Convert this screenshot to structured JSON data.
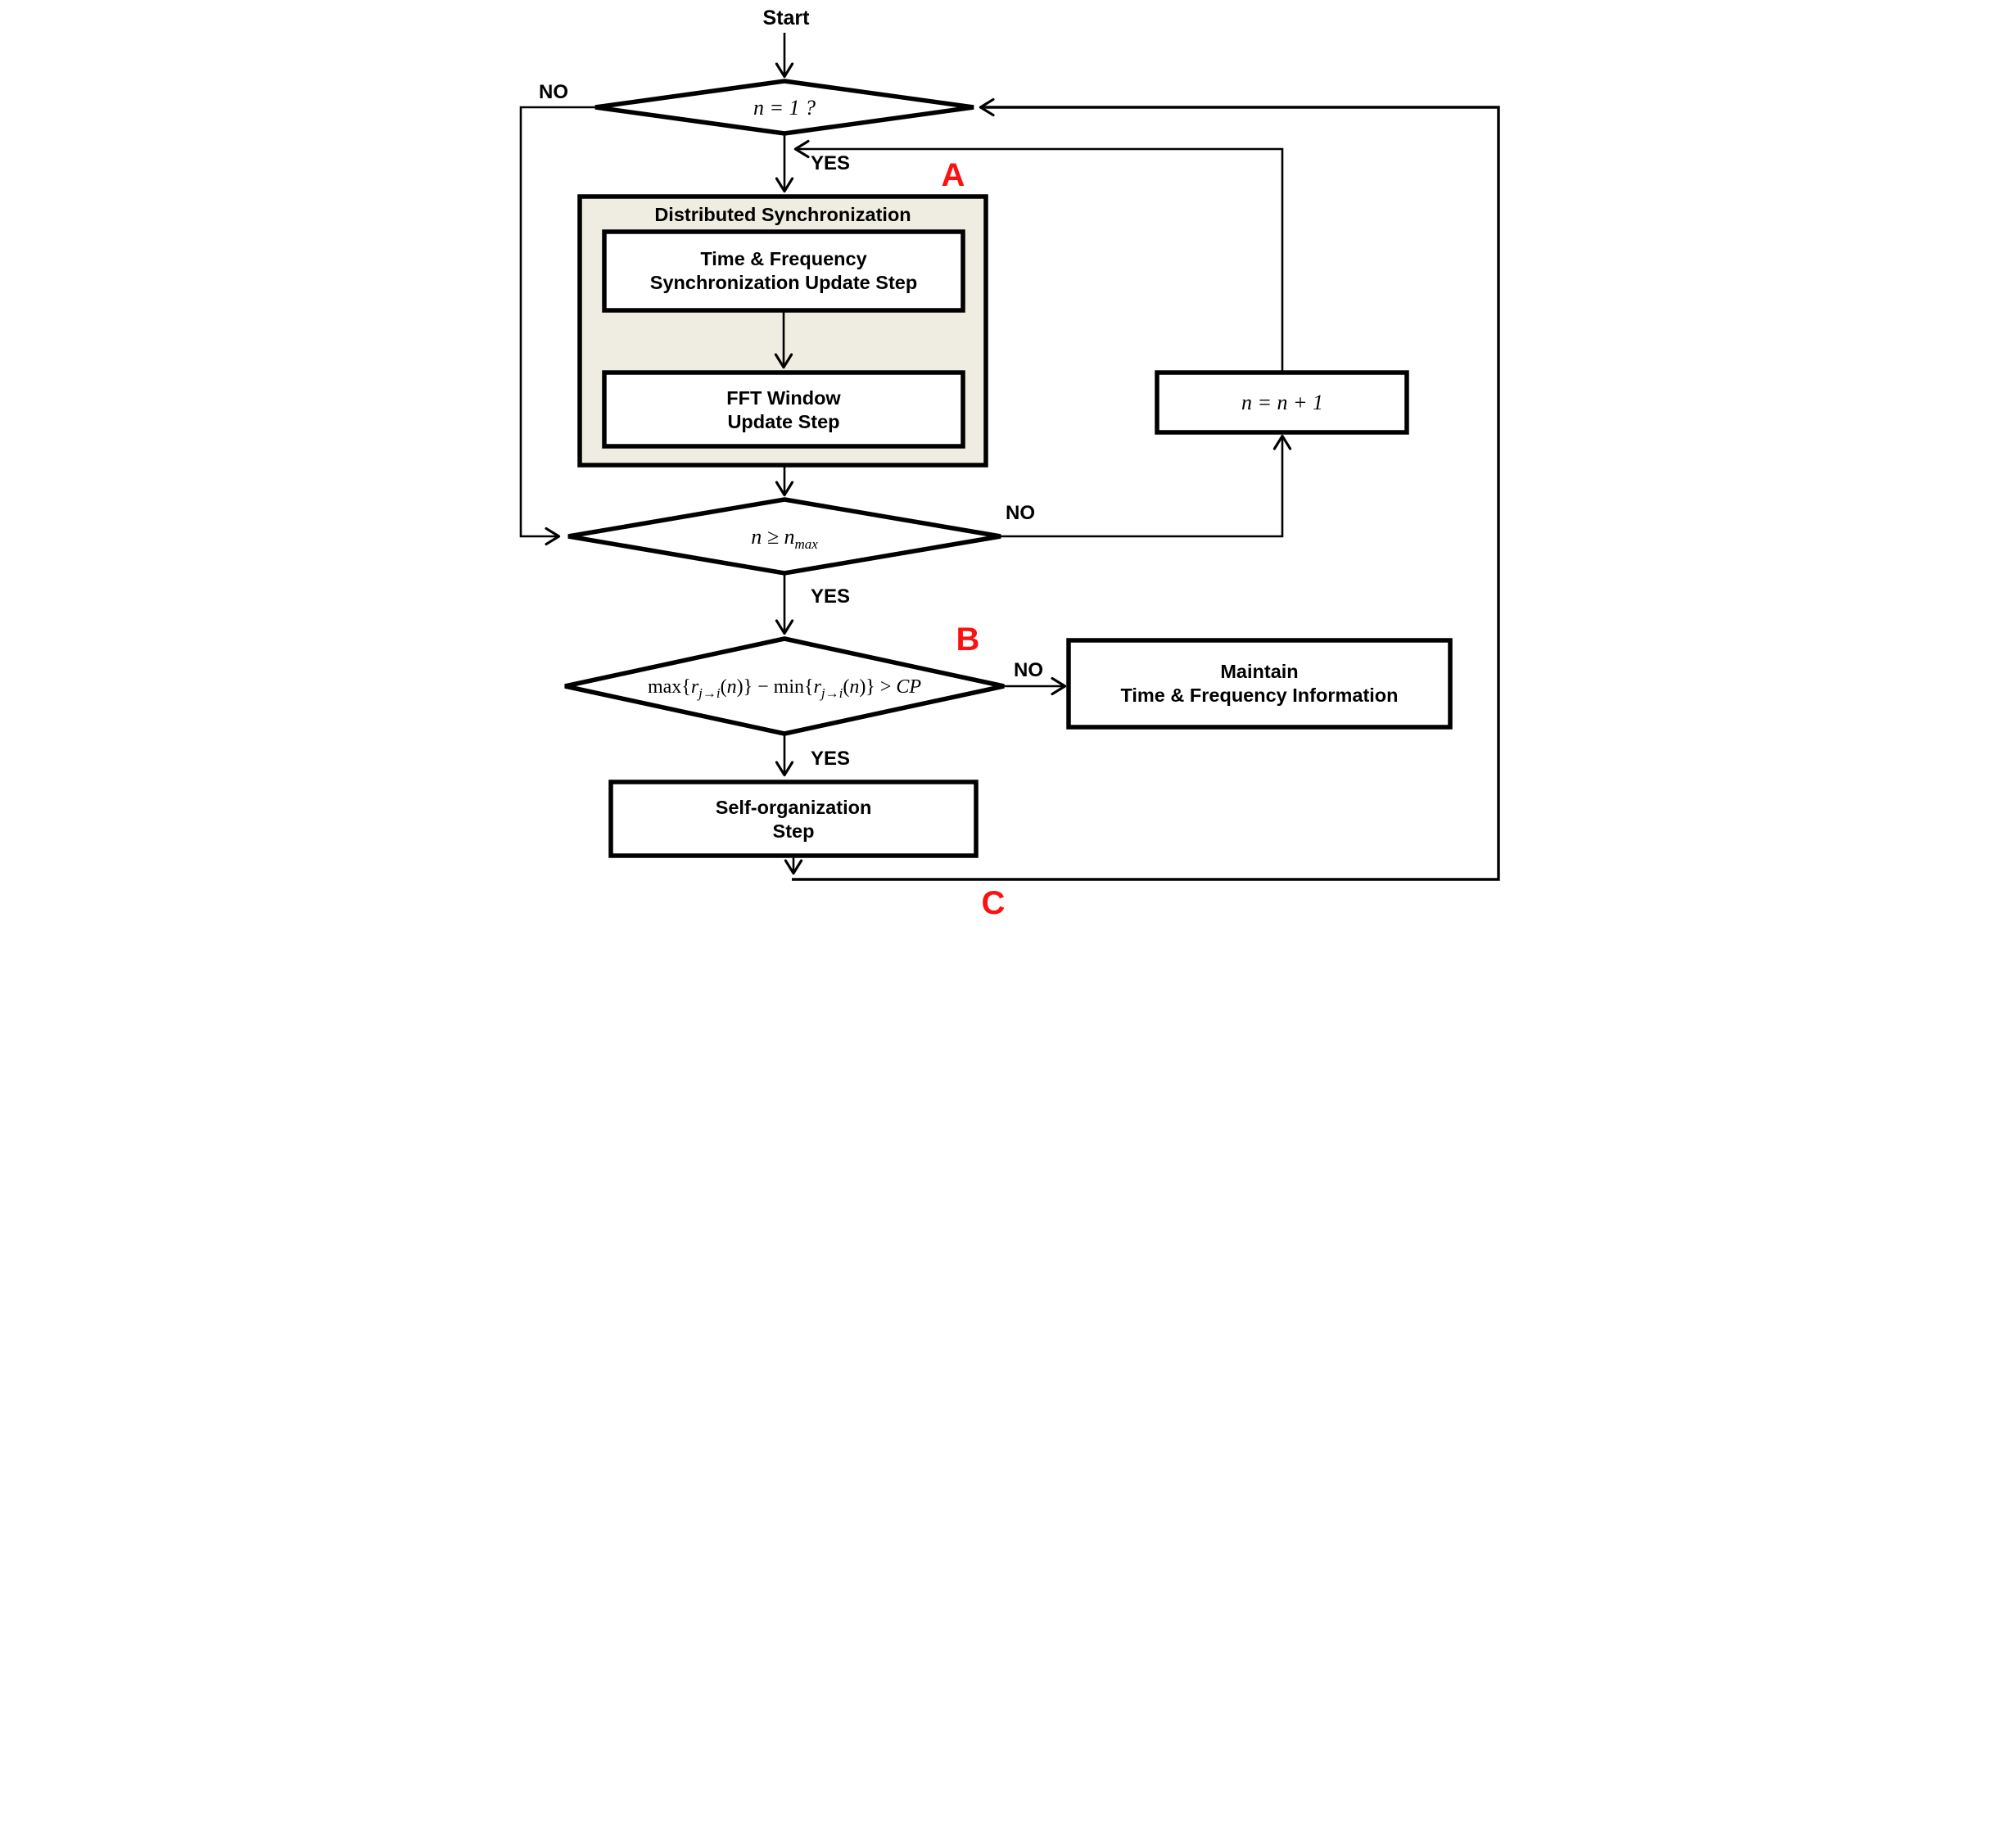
{
  "colors": {
    "line": "#000000",
    "red": "#fe1010",
    "group_fill": "#efede1",
    "node_fill": "#ffffff"
  },
  "labels": {
    "start": "Start",
    "marker_a": "A",
    "marker_b": "B",
    "marker_c": "C"
  },
  "edges": {
    "n1_no": "NO",
    "n1_yes": "YES",
    "nmax_no": "NO",
    "nmax_yes": "YES",
    "cp_no": "NO",
    "cp_yes": "YES"
  },
  "nodes": {
    "decision_n1": {
      "text": "n = 1 ?"
    },
    "group": {
      "title": "Distributed Synchronization"
    },
    "sync_update": {
      "line1": "Time & Frequency",
      "line2": "Synchronization Update Step"
    },
    "fft_update": {
      "line1": "FFT Window",
      "line2": "Update Step"
    },
    "decision_nmax": {
      "base": "n ≥ n",
      "sub": "max"
    },
    "increment": {
      "text": "n = n + 1"
    },
    "decision_cp": {
      "parts": [
        "max{",
        "r",
        "j→i",
        "(",
        "n",
        ")} − min{",
        "r",
        "j→i",
        "(",
        "n",
        ")} > ",
        "CP"
      ]
    },
    "maintain": {
      "line1": "Maintain",
      "line2": "Time & Frequency Information"
    },
    "self_org": {
      "line1": "Self-organization",
      "line2": "Step"
    }
  }
}
